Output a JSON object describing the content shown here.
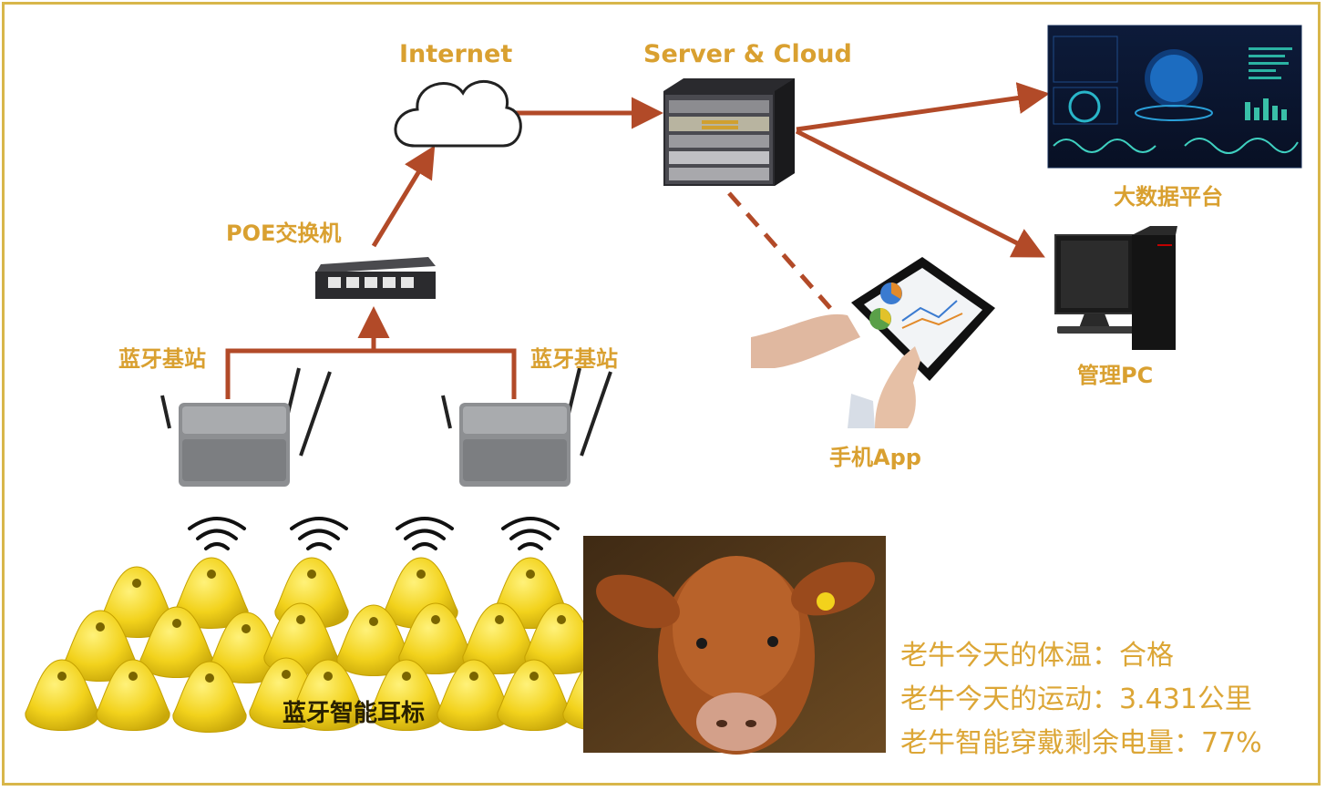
{
  "labels": {
    "internet": "Internet",
    "server": "Server & Cloud",
    "poe": "POE交换机",
    "bt_base_left": "蓝牙基站",
    "bt_base_right": "蓝牙基站",
    "bigdata": "大数据平台",
    "pc": "管理PC",
    "app": "手机App",
    "eartag": "蓝牙智能耳标"
  },
  "stats": [
    "老牛今天的体温：合格",
    "老牛今天的运动：3.431公里",
    "老牛智能穿戴剩余电量：77%"
  ],
  "colors": {
    "arrow": "#b24a28",
    "label": "#d9a030",
    "frame": "#d8b64a",
    "tag": "#f2d21c"
  }
}
